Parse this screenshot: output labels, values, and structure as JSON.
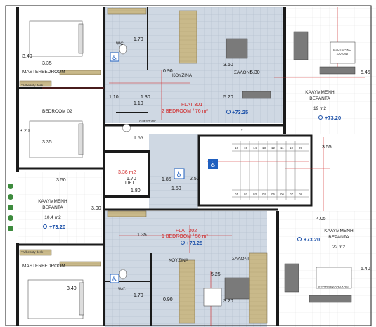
{
  "flats": [
    {
      "id": "flat-301",
      "name": "FLAT 301",
      "type": "2 BEDROOM / 76 m²",
      "level": "+73.25"
    },
    {
      "id": "flat-302",
      "name": "FLAT 302",
      "type": "1 BEDROOM / 56 m²",
      "level": "+73.25"
    }
  ],
  "rooms": {
    "master_bedroom_top": "MASTERBEDROOM",
    "tv_desk_top": "TV/beauty desk",
    "bedroom_02": "BEDROOM 02",
    "kitchen_top": "ΚΟΥΖΙΝΑ",
    "saloni_top": "ΣΑΛΟΝΙ",
    "wc_top": "WC",
    "guest_wc": "GUEST WC",
    "veranda_top_right": "ΚΑΛΥΜΜΕΝΗ\nΒΕΡΑΝΤΑ",
    "veranda_top_right_area": "19 m2",
    "veranda_left": "ΚΑΛΥΜΜΕΝΗ\nΒΕΡΑΝΤΑ",
    "veranda_left_area": "10,4 m2",
    "veranda_bottom_right": "ΚΑΛΥΜΜΕΝΗ\nΒΕΡΑΝΤΑ",
    "veranda_bottom_right_area": "22 m2",
    "lift_area": "3.36 m2",
    "lift": "LIFT",
    "master_bedroom_bottom": "MASTERBEDROOM",
    "tv_desk_bottom": "TV/beauty desk",
    "kitchen_bottom": "ΚΟΥΖΙΝΑ",
    "saloni_bottom": "ΣΑΛΟΝΙ",
    "wc_bottom": "WC",
    "outdoor_lounge_top": "ΕΞΩΤΕΡΙΚΟ\nΣΑΛΟΝΙ",
    "outdoor_lounge_bottom": "ΕΞΩΤΕΡΙΚΟ ΣΑΛΟΝΙ",
    "tv_label": "TV"
  },
  "levels": {
    "veranda_top_right": "+73.20",
    "veranda_left": "+73.20",
    "veranda_bottom_right": "+73.20"
  },
  "dimensions": {
    "d340_top": "3.40",
    "d335_top": "3.35",
    "d110_a": "1.10",
    "d130_a": "1.30",
    "d110_b": "1.10",
    "d320_left": "3.20",
    "d335_mid": "3.35",
    "d350": "3.50",
    "d170_wc": "1.70",
    "d090_top": "0.90",
    "d360": "3.60",
    "d530_a": "5.30",
    "d520": "5.20",
    "d545": "5.45",
    "d355": "3.55",
    "d165": "1.65",
    "d185": "1.85",
    "d170_mid": "1.70",
    "d180": "1.80",
    "d150": "1.50",
    "d300": "3.00",
    "d135": "1.35",
    "d405": "4.05",
    "d525": "5.25",
    "d540": "5.40",
    "d340_bottom": "3.40",
    "d090_bottom": "0.90",
    "d320_bottom": "3.20",
    "d170_bot": "1.70",
    "d250": "2.50"
  },
  "stairs": {
    "steps_top": [
      "16",
      "15",
      "14",
      "13",
      "12",
      "11",
      "10",
      "09"
    ],
    "steps_bottom": [
      "01",
      "02",
      "03",
      "04",
      "05",
      "06",
      "07",
      "08"
    ]
  },
  "colors": {
    "wall": "#1a1a1a",
    "tile": "#cfd8e3",
    "floor": "#f4f4f4",
    "wood": "#c9b98a",
    "sofa": "#7a7a7a",
    "dim_red": "#d02020",
    "level_blue": "#1a4fa8",
    "access_blue": "#1f5fbf",
    "plant_green": "#3d8b3d"
  },
  "icons": [
    "wheelchair-icon",
    "level-marker-icon",
    "plant-icon",
    "bed-icon",
    "sofa-icon",
    "toilet-icon"
  ]
}
